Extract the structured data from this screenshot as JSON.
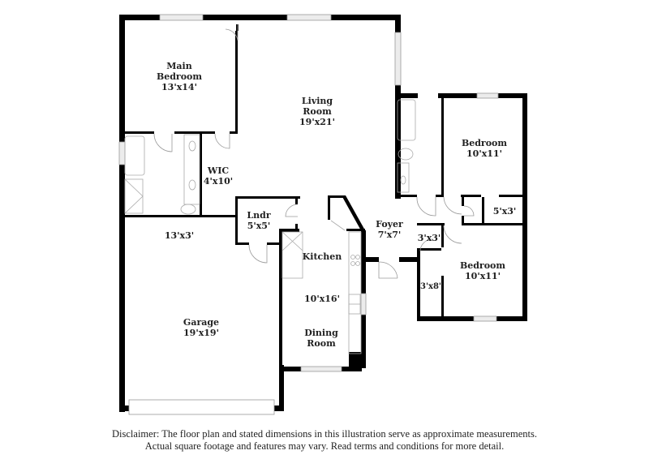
{
  "plan": {
    "colors": {
      "wall": "#000000",
      "fixture": "#b0b0b0",
      "window": "#d6d6d6",
      "background": "#ffffff"
    },
    "rooms": [
      {
        "id": "main-bedroom",
        "name": "Main",
        "name2": "Bedroom",
        "dims": "13'x14'"
      },
      {
        "id": "living-room",
        "name": "Living",
        "name2": "Room",
        "dims": "19'x21'"
      },
      {
        "id": "bedroom-1",
        "name": "Bedroom",
        "dims": "10'x11'"
      },
      {
        "id": "bedroom-2",
        "name": "Bedroom",
        "dims": "10'x11'"
      },
      {
        "id": "wic",
        "name": "WIC",
        "dims": "4'x10'"
      },
      {
        "id": "laundry",
        "name": "Lndr",
        "dims": "5'x5'"
      },
      {
        "id": "kitchen",
        "name": "Kitchen",
        "dims": "10'x16'"
      },
      {
        "id": "dining-room",
        "name": "Dining",
        "name2": "Room"
      },
      {
        "id": "foyer",
        "name": "Foyer",
        "dims": "7'x7'"
      },
      {
        "id": "garage",
        "name": "Garage",
        "dims": "19'x19'"
      },
      {
        "id": "hall-storage",
        "dims": "13'x3'"
      },
      {
        "id": "closet-5x3",
        "dims": "5'x3'"
      },
      {
        "id": "closet-3x3",
        "dims": "3'x3'"
      },
      {
        "id": "closet-3x8",
        "dims": "3'x8'"
      }
    ]
  },
  "disclaimer": {
    "line1": "Disclaimer: The floor plan and stated dimensions in this illustration serve as approximate measurements.",
    "line2": "Actual square footage and features may vary. Read terms and conditions for more detail."
  }
}
